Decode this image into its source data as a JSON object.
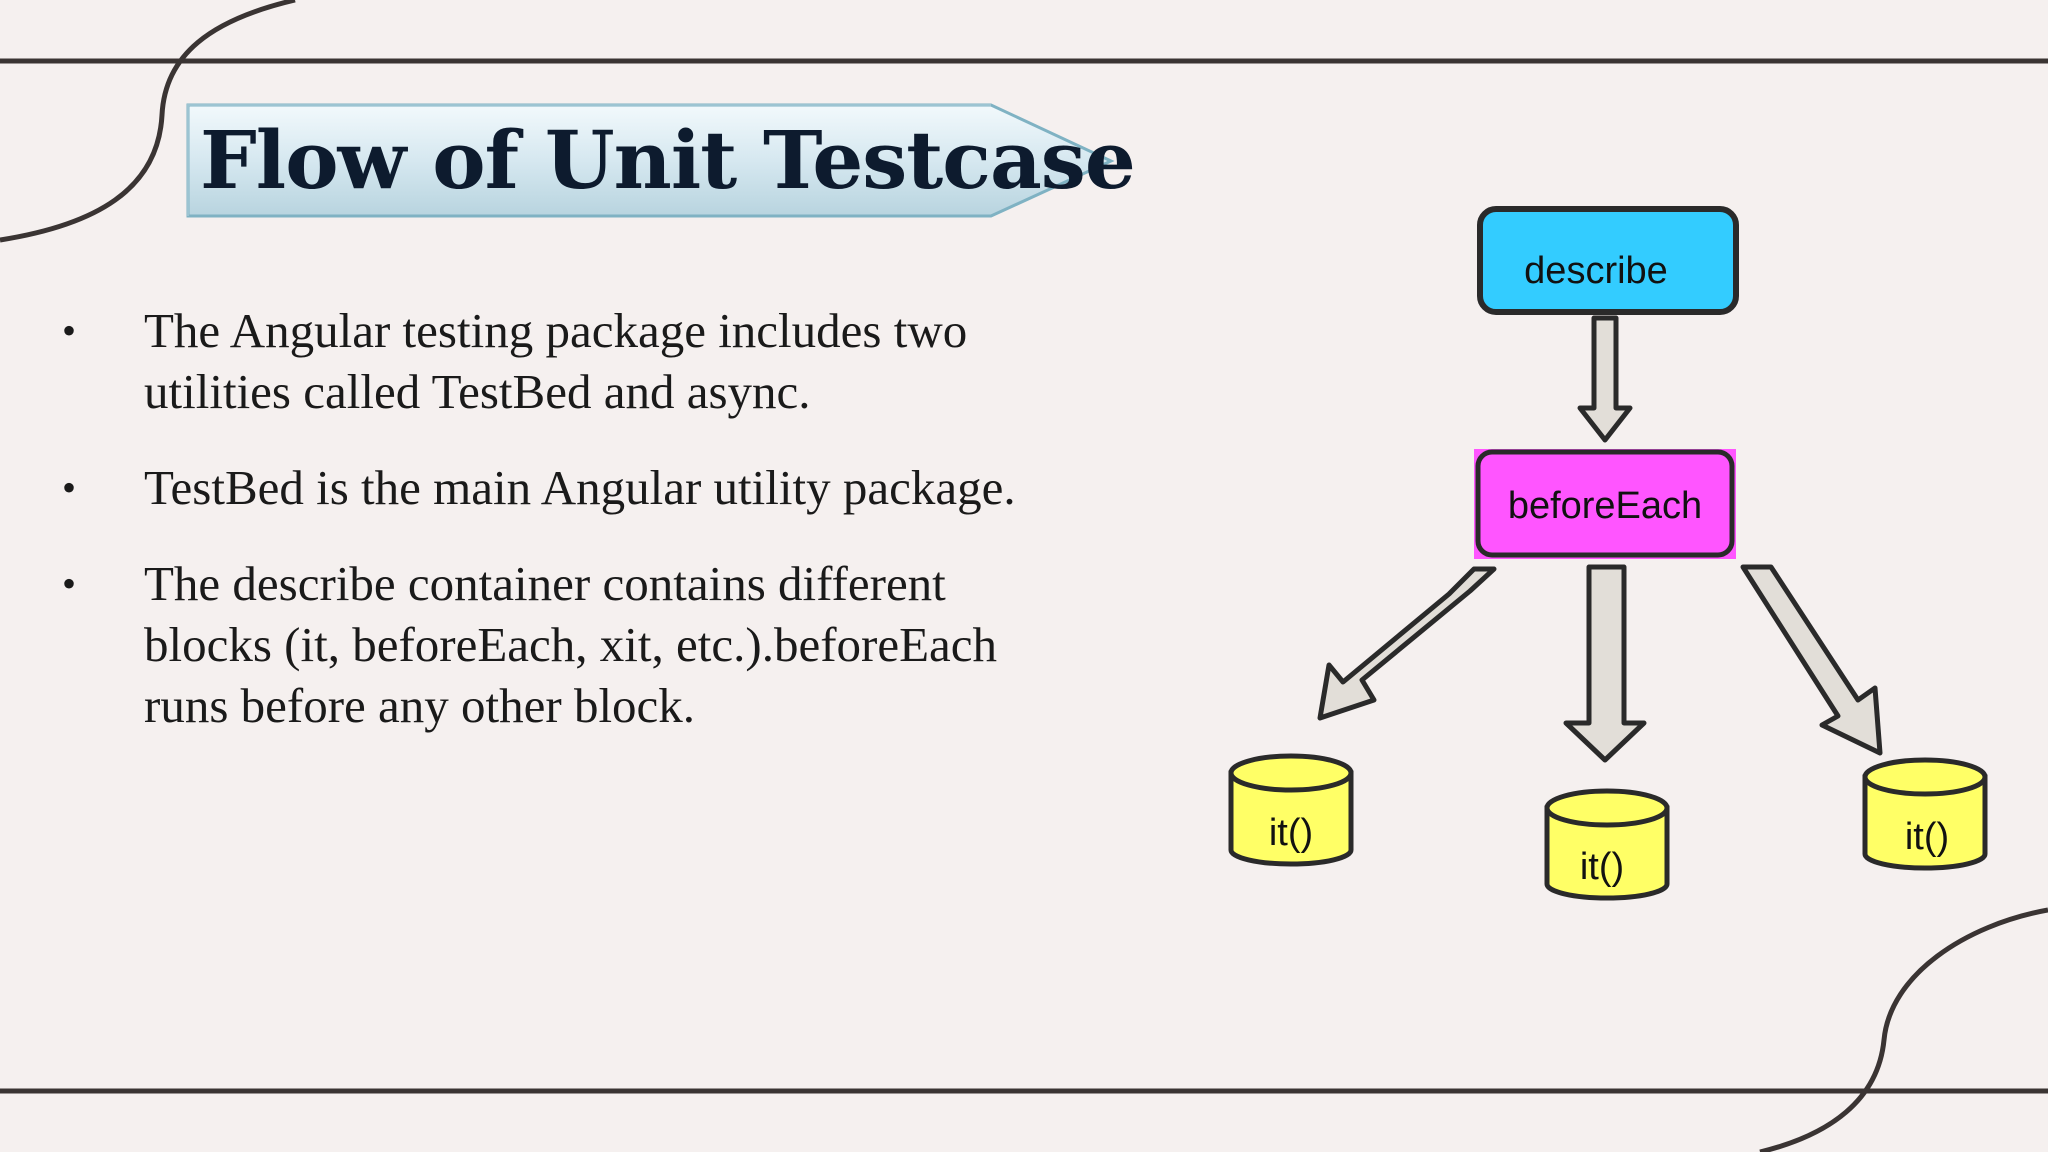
{
  "slide": {
    "title": "Flow of Unit Testcase",
    "bullets": [
      "The Angular testing package includes two utilities called TestBed and async.",
      "TestBed is the main Angular utility package.",
      "The describe container contains different blocks (it, beforeEach, xit, etc.).beforeEach runs before any other block."
    ],
    "bullet_symbol": "•"
  },
  "diagram": {
    "describe_label": "describe",
    "before_each_label": "beforeEach",
    "it_labels": [
      "it()",
      "it()",
      "it()"
    ],
    "colors": {
      "describe_fill": "#33ccff",
      "before_each_fill": "#ff55ff",
      "it_fill": "#ffff66",
      "arrow_fill": "#e2ded8",
      "stroke": "#2a2a2a"
    }
  },
  "theme": {
    "background": "#f5f0ef",
    "line_color": "#3a3433",
    "banner_fill": "#dcebf2",
    "title_color": "#0d1b2e"
  }
}
